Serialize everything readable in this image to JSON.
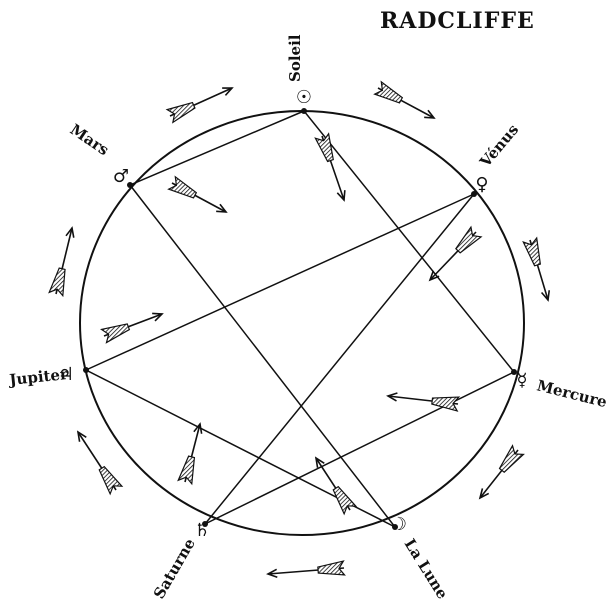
{
  "title": "RADCLIFFE",
  "planets": [
    {
      "key": "soleil",
      "label": "Soleil",
      "symbol": "☉",
      "symbol_name": "sun-symbol-icon"
    },
    {
      "key": "venus",
      "label": "Vénus",
      "symbol": "♀",
      "symbol_name": "venus-symbol-icon"
    },
    {
      "key": "mercure",
      "label": "Mercure",
      "symbol": "☿",
      "symbol_name": "mercury-symbol-icon"
    },
    {
      "key": "lune",
      "label": "La Lune",
      "symbol": "☽",
      "symbol_name": "moon-symbol-icon"
    },
    {
      "key": "saturne",
      "label": "Saturne",
      "symbol": "♄",
      "symbol_name": "saturn-symbol-icon"
    },
    {
      "key": "jupiter",
      "label": "Jupiter",
      "symbol": "♃",
      "symbol_name": "jupiter-symbol-icon"
    },
    {
      "key": "mars",
      "label": "Mars",
      "symbol": "♂",
      "symbol_name": "mars-symbol-icon"
    }
  ],
  "star_order": [
    "soleil",
    "mercure",
    "saturne",
    "venus",
    "jupiter",
    "lune",
    "mars",
    "soleil"
  ],
  "colors": {
    "ink": "#111111",
    "paper": "#ffffff"
  }
}
